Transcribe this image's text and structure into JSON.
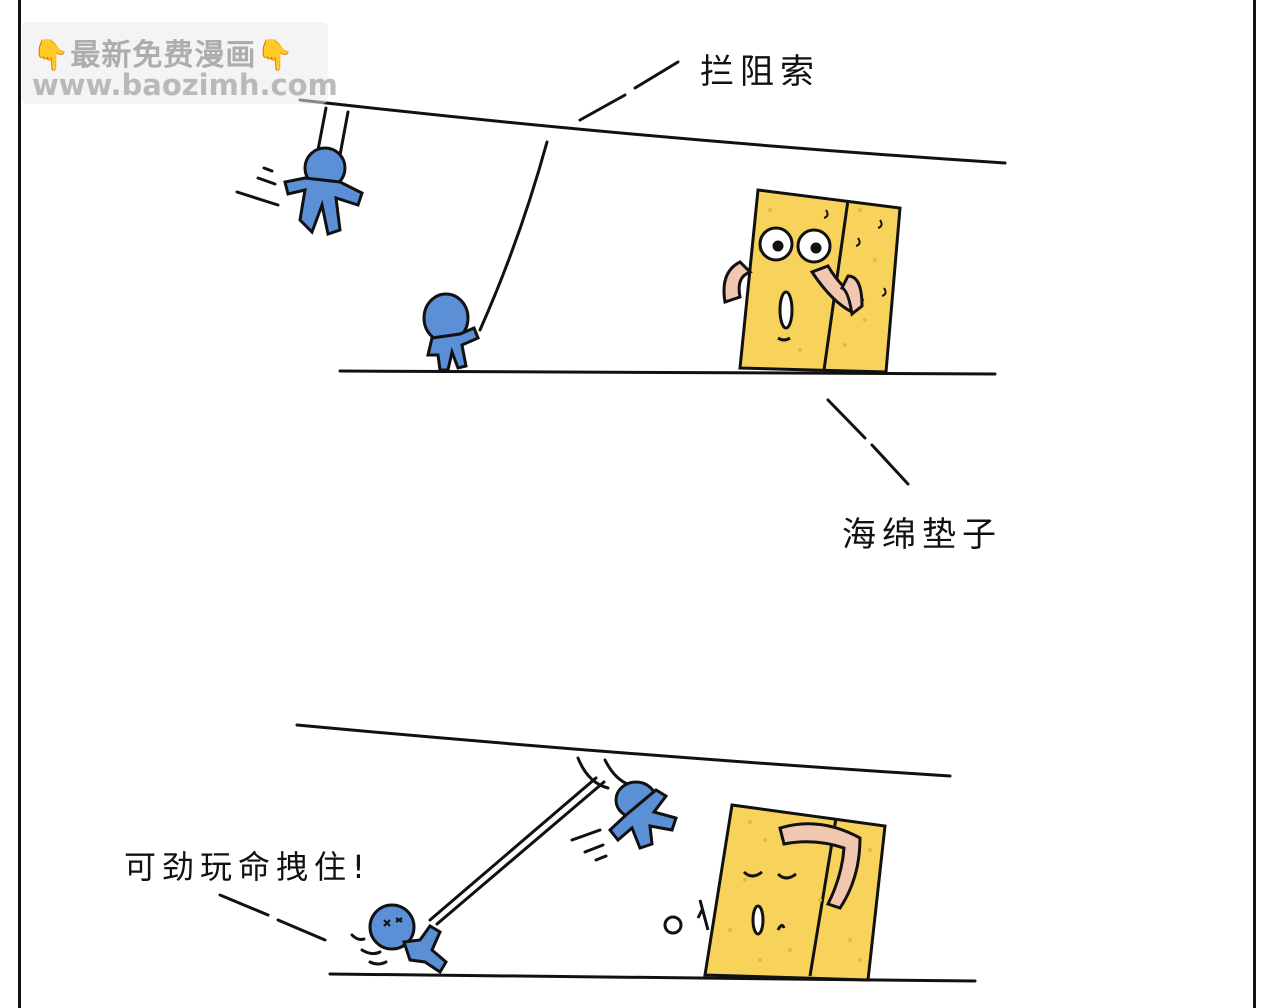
{
  "watermark": {
    "line1": "最新免费漫画",
    "line2": "www.baozimh.com",
    "pointer_icon": "👇"
  },
  "labels": {
    "arresting_cable": "拦阻索",
    "sponge_mat": "海绵垫子",
    "grab_tight": "可劲玩命拽住!"
  },
  "colors": {
    "blue_figure": "#5b8fd6",
    "sponge": "#f7d35c",
    "sponge_dots": "#e6b93a",
    "skin": "#f2c7b0",
    "ink": "#111111"
  }
}
